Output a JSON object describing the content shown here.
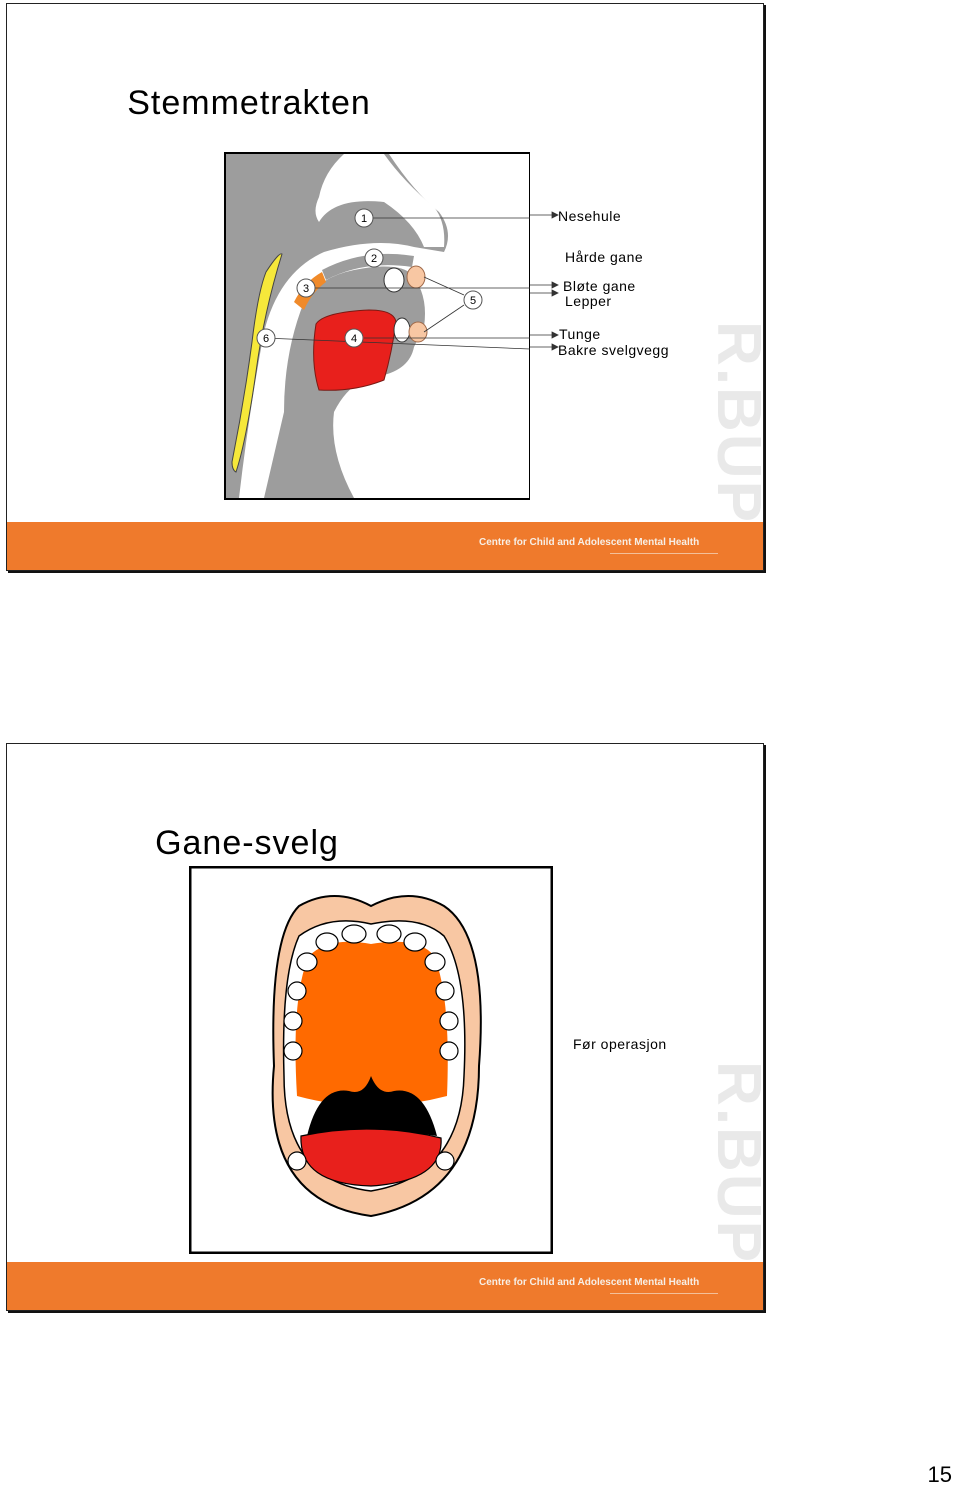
{
  "slide1": {
    "title": "Stemmetrakten",
    "labels": {
      "nesehule": "Nesehule",
      "harde_gane": "Hårde gane",
      "blote_gane": "Bløte gane",
      "lepper": "Lepper",
      "tunge": "Tunge",
      "bakre_svelgvegg": "Bakre svelgvegg"
    },
    "markers": [
      "1",
      "2",
      "3",
      "4",
      "5",
      "6"
    ],
    "footer_text": "Centre for Child and Adolescent Mental Health",
    "watermark": "R.BUP"
  },
  "slide2": {
    "title": "Gane-svelg",
    "label": "Før operasjon",
    "footer_text": "Centre for Child and Adolescent Mental Health",
    "watermark": "R.BUP"
  },
  "page_number": "15",
  "colors": {
    "footer_orange": "#ef7a2c",
    "tongue_red": "#e8201c",
    "palate_orange": "#ff6a00",
    "lip_peach": "#f8c7a3",
    "tissue_gray": "#9d9d9d",
    "spine_yellow": "#f6e83a"
  }
}
